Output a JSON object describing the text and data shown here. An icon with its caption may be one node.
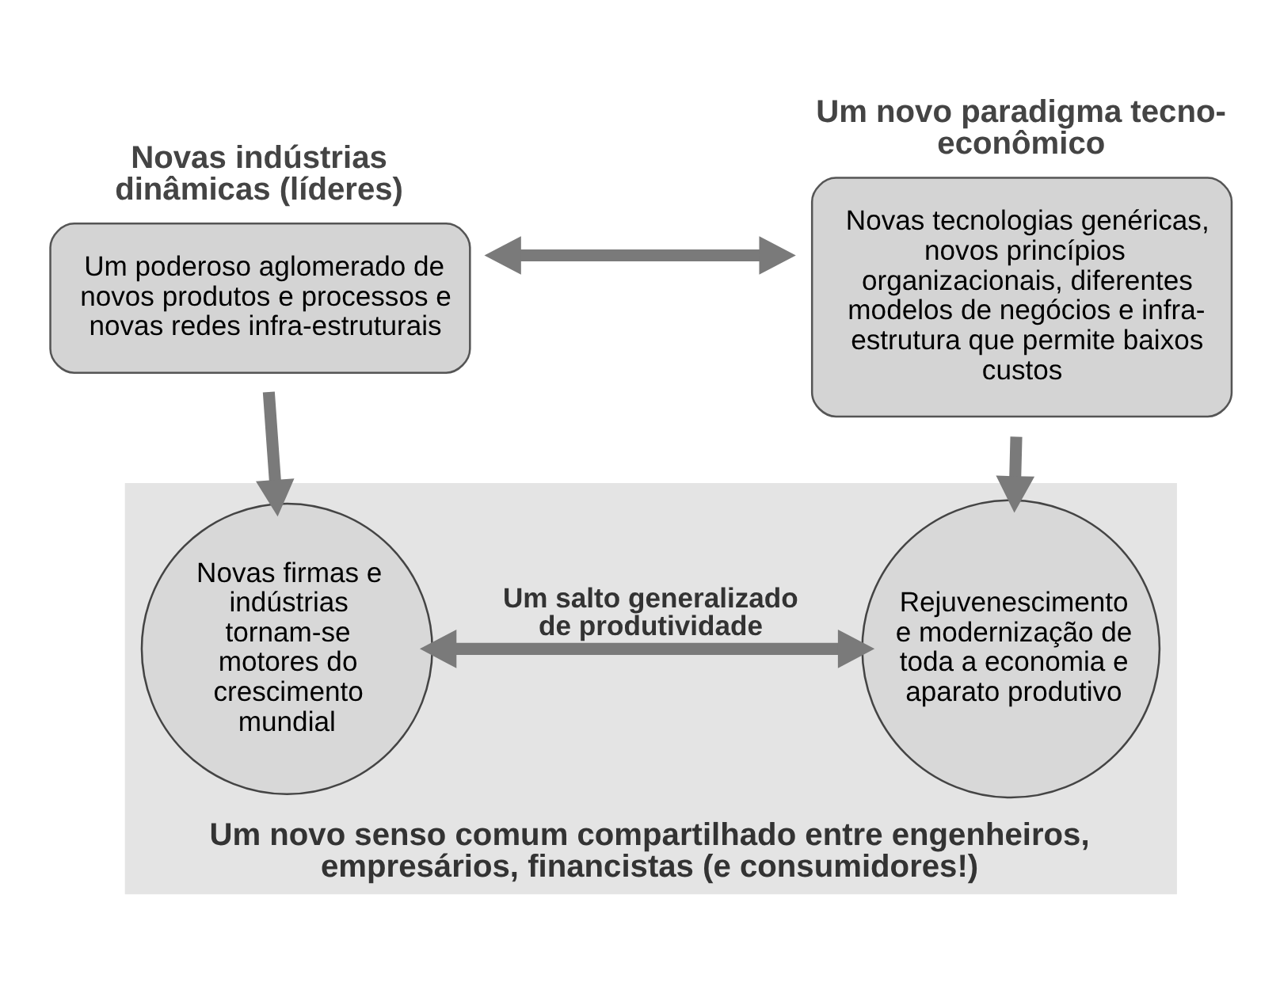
{
  "diagram": {
    "nodes": [
      {
        "text": [
          "Novas indústrias dinâmicas (líderes)",
          "Um poderoso aglomerado de novos produtos e processos e novas redes infra-estruturais"
        ]
      },
      {
        "text": [
          "Um novo paradigma tecno-econômico",
          "Novas tecnologias genéricas, novos princípios organizacionais, diferentes modelos de negócios e infra-estrutura que permite baixos custos"
        ]
      },
      {
        "text": [
          "Um novo senso comum compartilhado entre engenheiros, empresários, financistas (e consumidores!)"
        ]
      },
      {
        "text": [
          "Novas firmas e indústrias tornam-se motores do crescimento mundial"
        ],
        "in": 2
      },
      {
        "text": [
          "Rejuvenescimento e modernização de toda a economia e aparato produtivo"
        ],
        "in": 2
      }
    ],
    "edges": [
      {
        "from": 0,
        "to": 1,
        "arrow": "both"
      },
      {
        "from": 0,
        "to": 3,
        "arrow": "to"
      },
      {
        "from": 1,
        "to": 4,
        "arrow": "to"
      },
      {
        "from": 3,
        "to": 4,
        "arrow": "both",
        "label": "Um salto generalizado de produtividade"
      }
    ]
  }
}
